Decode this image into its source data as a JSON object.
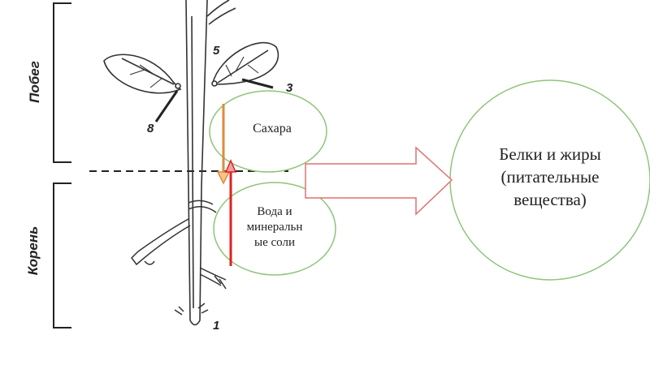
{
  "labels": {
    "shoot": "Побег",
    "root": "Корень"
  },
  "numbers": {
    "n1": "1",
    "n3": "3",
    "n5": "5",
    "n8": "8"
  },
  "bubbles": {
    "sugars": "Сахара",
    "water_line1": "Вода и",
    "water_line2": "минеральн",
    "water_line3": "ые соли",
    "result_line1": "Белки и жиры",
    "result_line2": "(питательные",
    "result_line3": "вещества)"
  },
  "colors": {
    "bubble_border": "#8fc47a",
    "down_arrow": "#e08a3c",
    "up_arrow": "#e02020",
    "big_arrow_border": "#e07070",
    "line": "#222222"
  }
}
